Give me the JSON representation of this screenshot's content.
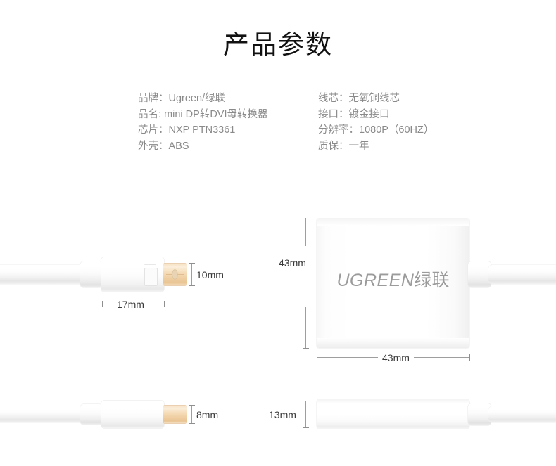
{
  "page": {
    "title": "产品参数",
    "background_color": "#ffffff",
    "title_color": "#111111",
    "spec_text_color": "#8a8a8a",
    "dimension_text_color": "#3a3a3a",
    "gold_color": "#f3d9b3",
    "logo_color": "#9b9b9b"
  },
  "specs": {
    "left_column": [
      "品牌：Ugreen/绿联",
      "品名: mini DP转DVI母转换器",
      "芯片：NXP PTN3361",
      "外壳：ABS"
    ],
    "right_column": [
      "线芯：无氧铜线芯",
      "接口：镀金接口",
      "分辨率：1080P（60HZ）",
      "质保：一年"
    ]
  },
  "product": {
    "brand_latin": "UGREEN",
    "brand_cn": "绿联"
  },
  "dimensions": {
    "connector_width": "17mm",
    "connector_height": "10mm",
    "body_height": "43mm",
    "body_width": "43mm",
    "connector_thickness": "8mm",
    "body_thickness": "13mm"
  }
}
